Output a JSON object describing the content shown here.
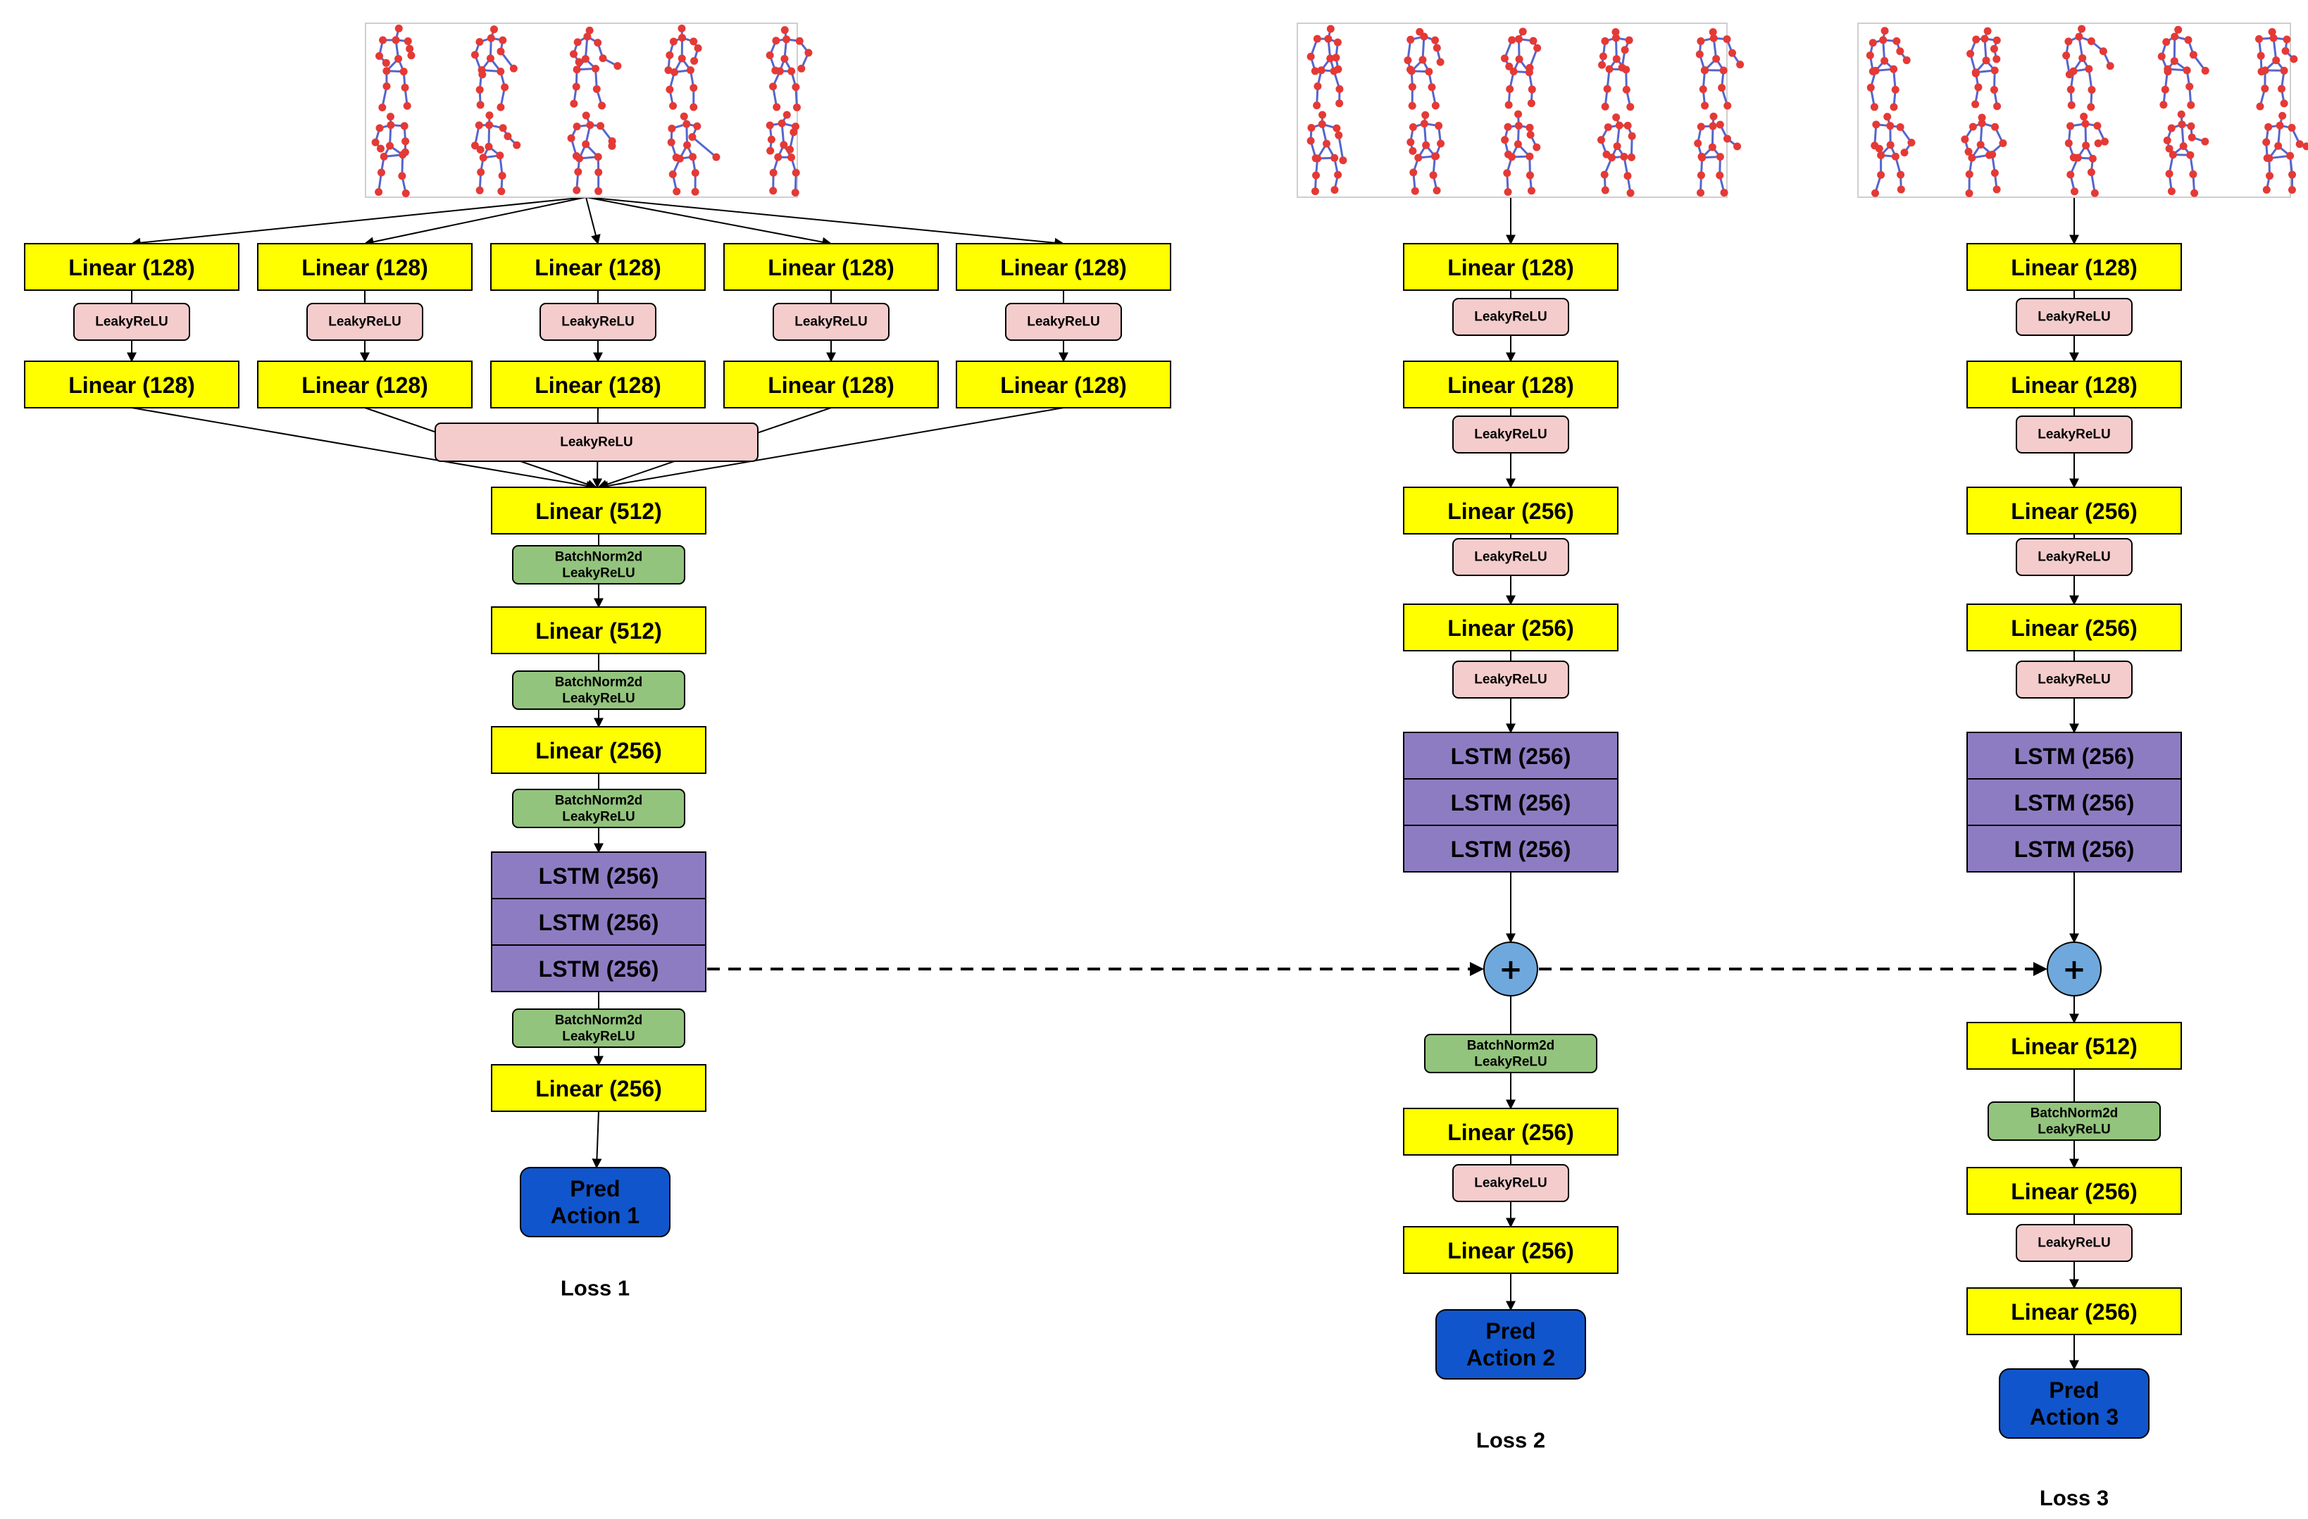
{
  "colors": {
    "linear": "#ffff00",
    "leakyrelu": "#f4cccc",
    "batchnorm": "#93c47d",
    "lstm": "#8e7cc3",
    "pred": "#1155cc",
    "plus": "#6fa8dc",
    "skeleton_joint": "#e53935",
    "skeleton_bone": "#5566cc"
  },
  "icons": {
    "skeleton_panel": "skeleton-sequence-icon",
    "plus": "plus-icon"
  },
  "labels": {
    "linear_128": "Linear (128)",
    "linear_256": "Linear (256)",
    "linear_512": "Linear (512)",
    "leakyrelu": "LeakyReLU",
    "bn_line1": "BatchNorm2d",
    "bn_line2": "LeakyReLU",
    "lstm_256": "LSTM (256)",
    "plus": "+"
  },
  "branches": [
    {
      "id": "branch-1",
      "pred_lines": [
        "Pred",
        "Action 1"
      ],
      "loss": "Loss 1"
    },
    {
      "id": "branch-2",
      "pred_lines": [
        "Pred",
        "Action 2"
      ],
      "loss": "Loss 2"
    },
    {
      "id": "branch-3",
      "pred_lines": [
        "Pred",
        "Action 3"
      ],
      "loss": "Loss 3"
    }
  ]
}
